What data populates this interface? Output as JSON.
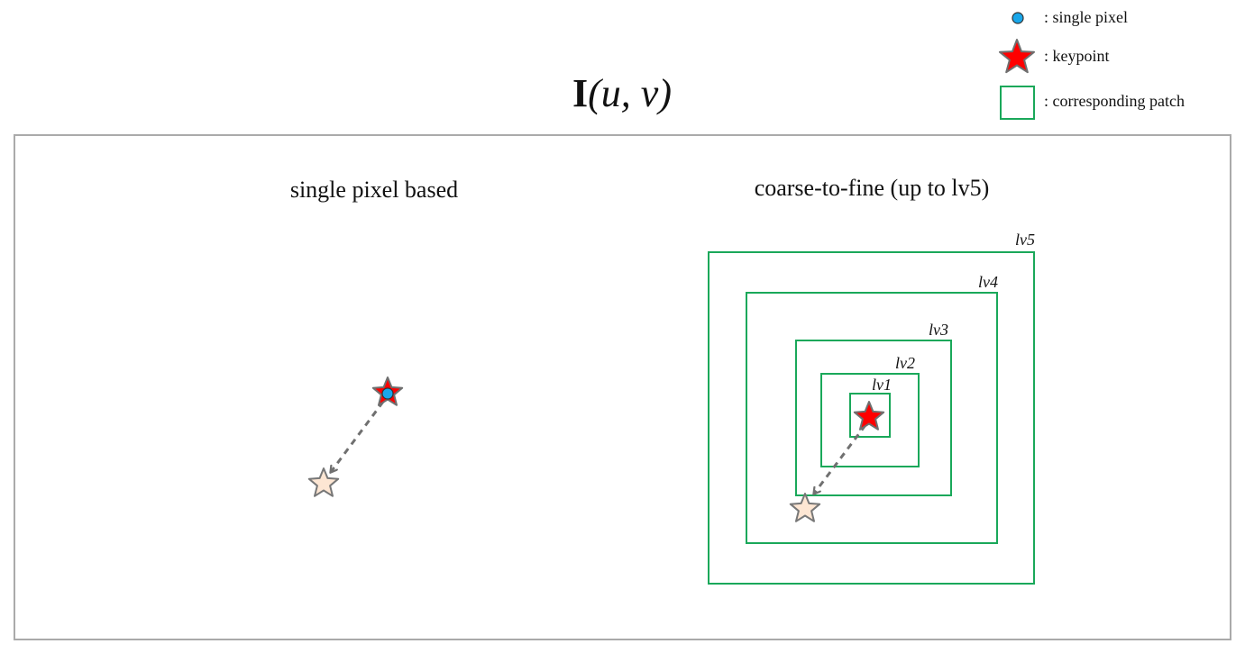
{
  "title": {
    "main": "I",
    "args": "(u, v)"
  },
  "legend": [
    {
      "label": ": single pixel"
    },
    {
      "label": ": keypoint"
    },
    {
      "label": ": corresponding patch"
    }
  ],
  "panels": {
    "left_title": "single pixel based",
    "right_title": "coarse-to-fine (up to lv5)"
  },
  "levels": [
    "lv5",
    "lv4",
    "lv3",
    "lv2",
    "lv1"
  ],
  "colors": {
    "patch": "#1aa85a",
    "keypoint_fill": "#ff0000",
    "keypoint_stroke": "#6f6f6f",
    "pixel_fill": "#19a7ea",
    "target_star_fill": "#fde6d3",
    "arrow": "#707070",
    "frame": "#aaaaaa"
  }
}
